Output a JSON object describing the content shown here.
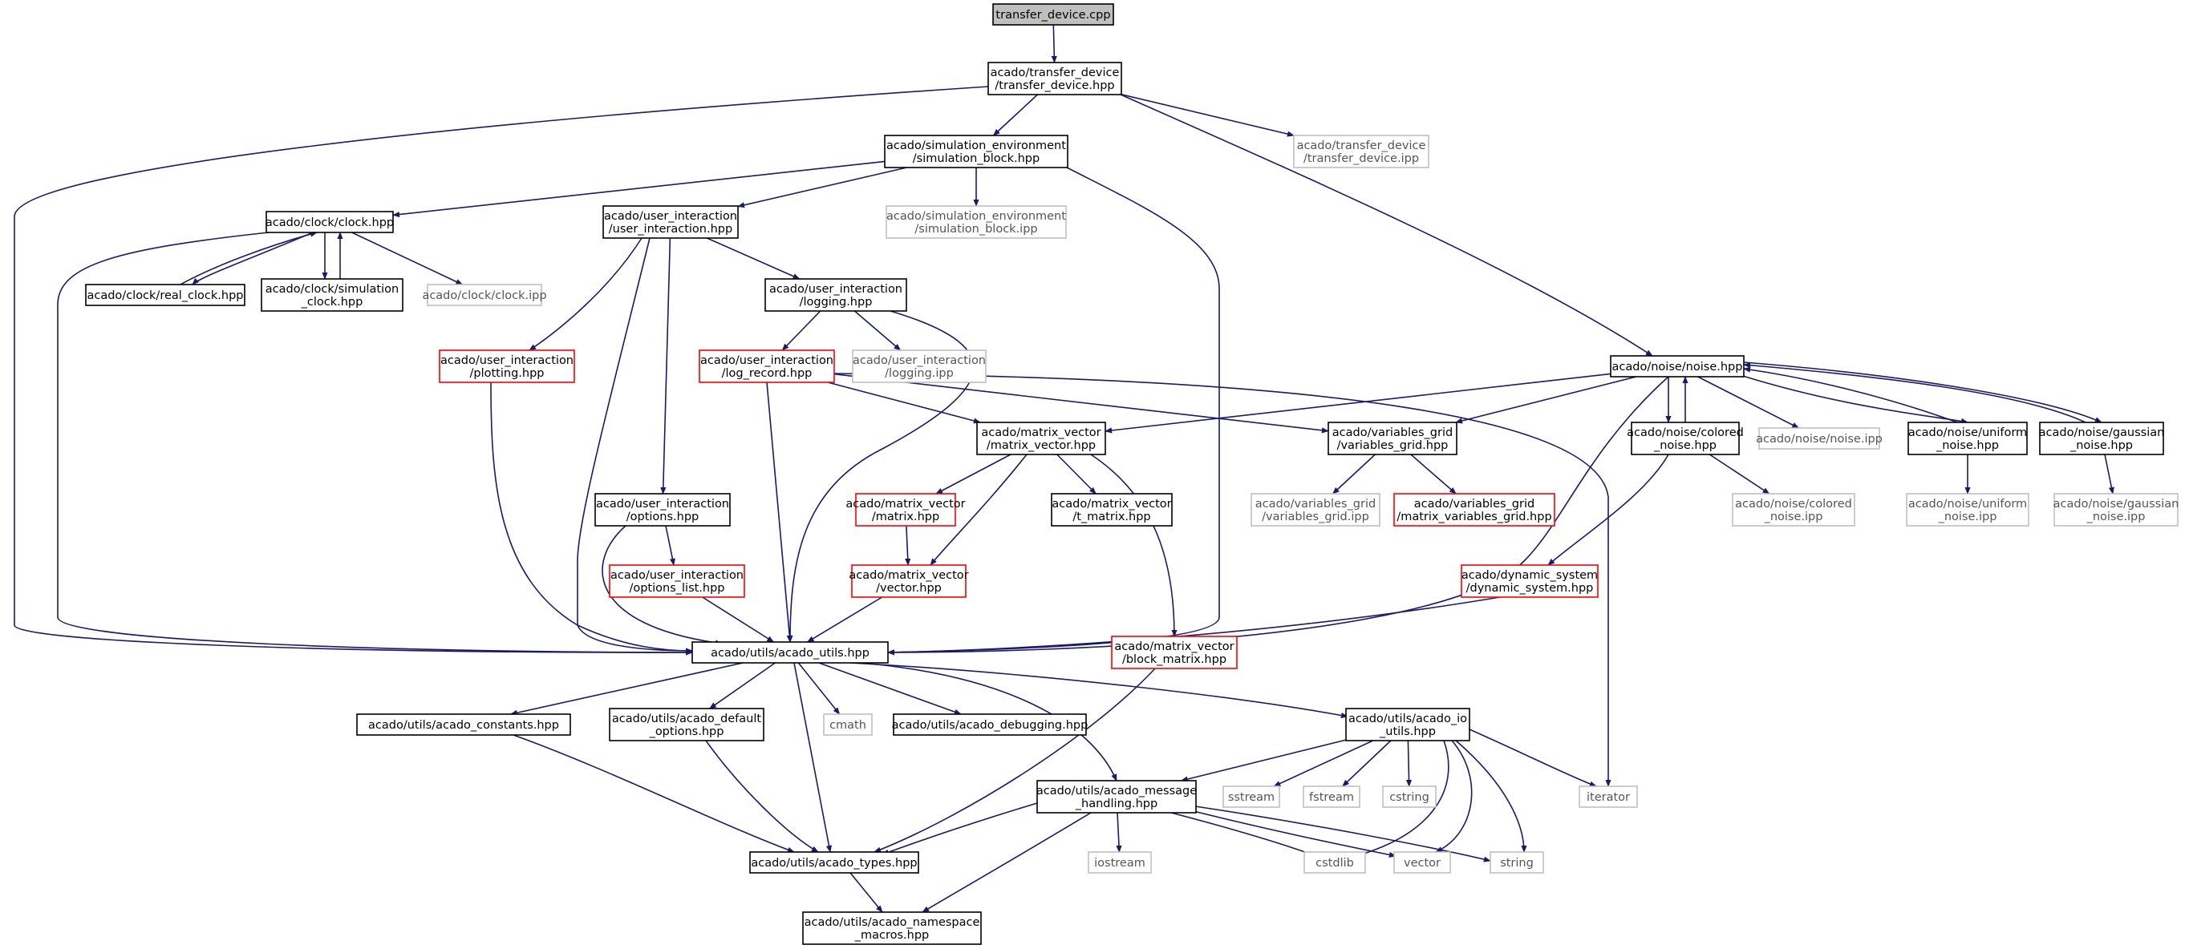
{
  "diagram": {
    "title": "",
    "colors": {
      "edge": "#191970",
      "node_border_normal": "#000000",
      "node_border_truncated": "#ff0000",
      "node_border_external": "#bfbfbf",
      "root_fill": "#bfbfbf",
      "node_fill": "#ffffff"
    },
    "nodes": [
      {
        "id": "n0",
        "kind": "root",
        "lines": [
          "transfer_device.cpp"
        ]
      },
      {
        "id": "n1",
        "kind": "normal",
        "lines": [
          "acado/transfer_device",
          "/transfer_device.hpp"
        ]
      },
      {
        "id": "n2",
        "kind": "normal",
        "lines": [
          "acado/simulation_environment",
          "/simulation_block.hpp"
        ]
      },
      {
        "id": "n3",
        "kind": "external",
        "lines": [
          "acado/transfer_device",
          "/transfer_device.ipp"
        ]
      },
      {
        "id": "n4",
        "kind": "normal",
        "lines": [
          "acado/noise/noise.hpp"
        ]
      },
      {
        "id": "n5",
        "kind": "normal",
        "lines": [
          "acado/clock/clock.hpp"
        ]
      },
      {
        "id": "n6",
        "kind": "normal",
        "lines": [
          "acado/user_interaction",
          "/user_interaction.hpp"
        ]
      },
      {
        "id": "n7",
        "kind": "external",
        "lines": [
          "acado/simulation_environment",
          "/simulation_block.ipp"
        ]
      },
      {
        "id": "n8",
        "kind": "normal",
        "lines": [
          "acado/clock/real_clock.hpp"
        ]
      },
      {
        "id": "n9",
        "kind": "normal",
        "lines": [
          "acado/clock/simulation",
          "_clock.hpp"
        ]
      },
      {
        "id": "n10",
        "kind": "external",
        "lines": [
          "acado/clock/clock.ipp"
        ]
      },
      {
        "id": "n11",
        "kind": "normal",
        "lines": [
          "acado/user_interaction",
          "/logging.hpp"
        ]
      },
      {
        "id": "n12",
        "kind": "truncated",
        "lines": [
          "acado/user_interaction",
          "/plotting.hpp"
        ]
      },
      {
        "id": "n13",
        "kind": "truncated",
        "lines": [
          "acado/user_interaction",
          "/log_record.hpp"
        ]
      },
      {
        "id": "n14",
        "kind": "external",
        "lines": [
          "acado/user_interaction",
          "/logging.ipp"
        ]
      },
      {
        "id": "n15",
        "kind": "normal",
        "lines": [
          "acado/matrix_vector",
          "/matrix_vector.hpp"
        ]
      },
      {
        "id": "n16",
        "kind": "normal",
        "lines": [
          "acado/variables_grid",
          "/variables_grid.hpp"
        ]
      },
      {
        "id": "n17",
        "kind": "normal",
        "lines": [
          "acado/noise/colored",
          "_noise.hpp"
        ]
      },
      {
        "id": "n18",
        "kind": "external",
        "lines": [
          "acado/noise/noise.ipp"
        ]
      },
      {
        "id": "n19",
        "kind": "normal",
        "lines": [
          "acado/noise/uniform",
          "_noise.hpp"
        ]
      },
      {
        "id": "n20",
        "kind": "normal",
        "lines": [
          "acado/noise/gaussian",
          "_noise.hpp"
        ]
      },
      {
        "id": "n21",
        "kind": "normal",
        "lines": [
          "acado/user_interaction",
          "/options.hpp"
        ]
      },
      {
        "id": "n22",
        "kind": "truncated",
        "lines": [
          "acado/matrix_vector",
          "/matrix.hpp"
        ]
      },
      {
        "id": "n23",
        "kind": "normal",
        "lines": [
          "acado/matrix_vector",
          "/t_matrix.hpp"
        ]
      },
      {
        "id": "n24",
        "kind": "external",
        "lines": [
          "acado/variables_grid",
          "/variables_grid.ipp"
        ]
      },
      {
        "id": "n25",
        "kind": "truncated",
        "lines": [
          "acado/variables_grid",
          "/matrix_variables_grid.hpp"
        ]
      },
      {
        "id": "n26",
        "kind": "external",
        "lines": [
          "acado/noise/colored",
          "_noise.ipp"
        ]
      },
      {
        "id": "n27",
        "kind": "external",
        "lines": [
          "acado/noise/uniform",
          "_noise.ipp"
        ]
      },
      {
        "id": "n28",
        "kind": "external",
        "lines": [
          "acado/noise/gaussian",
          "_noise.ipp"
        ]
      },
      {
        "id": "n29",
        "kind": "truncated",
        "lines": [
          "acado/user_interaction",
          "/options_list.hpp"
        ]
      },
      {
        "id": "n30",
        "kind": "truncated",
        "lines": [
          "acado/matrix_vector",
          "/vector.hpp"
        ]
      },
      {
        "id": "n31",
        "kind": "truncated",
        "lines": [
          "acado/dynamic_system",
          "/dynamic_system.hpp"
        ]
      },
      {
        "id": "n32",
        "kind": "normal",
        "lines": [
          "acado/utils/acado_utils.hpp"
        ]
      },
      {
        "id": "n33",
        "kind": "truncated",
        "lines": [
          "acado/matrix_vector",
          "/block_matrix.hpp"
        ]
      },
      {
        "id": "n34",
        "kind": "normal",
        "lines": [
          "acado/utils/acado_constants.hpp"
        ]
      },
      {
        "id": "n35",
        "kind": "normal",
        "lines": [
          "acado/utils/acado_default",
          "_options.hpp"
        ]
      },
      {
        "id": "n36",
        "kind": "external",
        "lines": [
          "cmath"
        ]
      },
      {
        "id": "n37",
        "kind": "normal",
        "lines": [
          "acado/utils/acado_debugging.hpp"
        ]
      },
      {
        "id": "n38",
        "kind": "normal",
        "lines": [
          "acado/utils/acado_io",
          "_utils.hpp"
        ]
      },
      {
        "id": "n39",
        "kind": "normal",
        "lines": [
          "acado/utils/acado_message",
          "_handling.hpp"
        ]
      },
      {
        "id": "n40",
        "kind": "external",
        "lines": [
          "sstream"
        ]
      },
      {
        "id": "n41",
        "kind": "external",
        "lines": [
          "fstream"
        ]
      },
      {
        "id": "n42",
        "kind": "external",
        "lines": [
          "cstring"
        ]
      },
      {
        "id": "n43",
        "kind": "external",
        "lines": [
          "iterator"
        ]
      },
      {
        "id": "n44",
        "kind": "normal",
        "lines": [
          "acado/utils/acado_types.hpp"
        ]
      },
      {
        "id": "n45",
        "kind": "external",
        "lines": [
          "iostream"
        ]
      },
      {
        "id": "n46",
        "kind": "external",
        "lines": [
          "cstdlib"
        ]
      },
      {
        "id": "n47",
        "kind": "external",
        "lines": [
          "vector"
        ]
      },
      {
        "id": "n48",
        "kind": "external",
        "lines": [
          "string"
        ]
      },
      {
        "id": "n49",
        "kind": "normal",
        "lines": [
          "acado/utils/acado_namespace",
          "_macros.hpp"
        ]
      }
    ],
    "edges": [
      [
        "n0",
        "n1"
      ],
      [
        "n1",
        "n2"
      ],
      [
        "n1",
        "n3"
      ],
      [
        "n1",
        "n4"
      ],
      [
        "n1",
        "n32"
      ],
      [
        "n2",
        "n5"
      ],
      [
        "n2",
        "n6"
      ],
      [
        "n2",
        "n7"
      ],
      [
        "n2",
        "n32"
      ],
      [
        "n5",
        "n8"
      ],
      [
        "n5",
        "n9"
      ],
      [
        "n5",
        "n10"
      ],
      [
        "n5",
        "n32"
      ],
      [
        "n8",
        "n5"
      ],
      [
        "n9",
        "n5"
      ],
      [
        "n6",
        "n11"
      ],
      [
        "n6",
        "n12"
      ],
      [
        "n6",
        "n21"
      ],
      [
        "n6",
        "n32"
      ],
      [
        "n11",
        "n13"
      ],
      [
        "n11",
        "n14"
      ],
      [
        "n11",
        "n32"
      ],
      [
        "n13",
        "n15"
      ],
      [
        "n13",
        "n16"
      ],
      [
        "n13",
        "n43"
      ],
      [
        "n13",
        "n32"
      ],
      [
        "n12",
        "n32"
      ],
      [
        "n4",
        "n15"
      ],
      [
        "n4",
        "n16"
      ],
      [
        "n4",
        "n17"
      ],
      [
        "n4",
        "n18"
      ],
      [
        "n4",
        "n19"
      ],
      [
        "n4",
        "n20"
      ],
      [
        "n4",
        "n32"
      ],
      [
        "n17",
        "n4"
      ],
      [
        "n19",
        "n4"
      ],
      [
        "n20",
        "n4"
      ],
      [
        "n17",
        "n26"
      ],
      [
        "n17",
        "n31"
      ],
      [
        "n19",
        "n27"
      ],
      [
        "n20",
        "n28"
      ],
      [
        "n16",
        "n24"
      ],
      [
        "n16",
        "n25"
      ],
      [
        "n15",
        "n22"
      ],
      [
        "n15",
        "n23"
      ],
      [
        "n15",
        "n30"
      ],
      [
        "n15",
        "n33"
      ],
      [
        "n22",
        "n30"
      ],
      [
        "n30",
        "n32"
      ],
      [
        "n21",
        "n29"
      ],
      [
        "n21",
        "n32"
      ],
      [
        "n29",
        "n32"
      ],
      [
        "n31",
        "n32"
      ],
      [
        "n33",
        "n44"
      ],
      [
        "n32",
        "n34"
      ],
      [
        "n32",
        "n35"
      ],
      [
        "n32",
        "n36"
      ],
      [
        "n32",
        "n37"
      ],
      [
        "n32",
        "n38"
      ],
      [
        "n32",
        "n39"
      ],
      [
        "n32",
        "n44"
      ],
      [
        "n34",
        "n44"
      ],
      [
        "n35",
        "n44"
      ],
      [
        "n38",
        "n39"
      ],
      [
        "n38",
        "n40"
      ],
      [
        "n38",
        "n41"
      ],
      [
        "n38",
        "n42"
      ],
      [
        "n38",
        "n43"
      ],
      [
        "n38",
        "n46"
      ],
      [
        "n38",
        "n47"
      ],
      [
        "n38",
        "n48"
      ],
      [
        "n39",
        "n44"
      ],
      [
        "n39",
        "n45"
      ],
      [
        "n39",
        "n46"
      ],
      [
        "n39",
        "n47"
      ],
      [
        "n39",
        "n48"
      ],
      [
        "n39",
        "n49"
      ],
      [
        "n44",
        "n49"
      ]
    ]
  }
}
